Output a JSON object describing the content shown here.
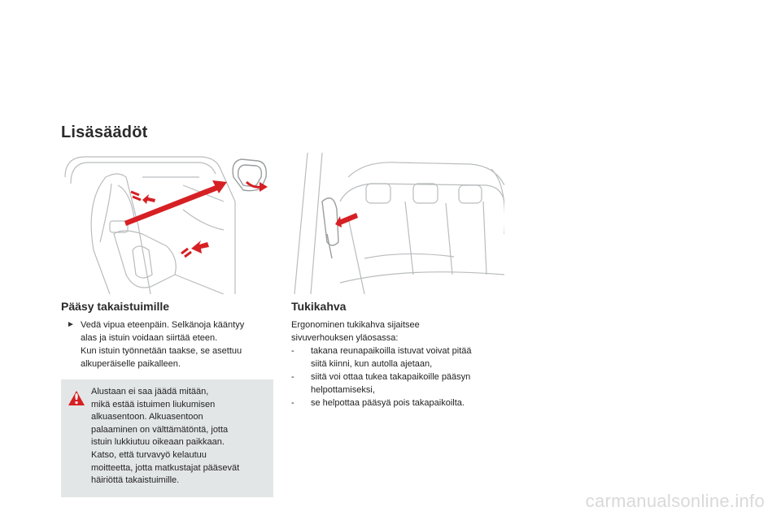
{
  "page": {
    "title": "Lisäsäädöt"
  },
  "left": {
    "title": "Pääsy takaistuimille",
    "bullet_marker": "",
    "bullet_lines": [
      "Vedä vipua eteenpäin. Selkänoja kääntyy",
      "alas ja istuin voidaan siirtää eteen.",
      "Kun istuin työnnetään taakse, se asettuu",
      "alkuperäiselle paikalleen."
    ],
    "warning": {
      "icon": "warning-exclamation-icon",
      "lines": [
        "Alustaan ei saa jäädä mitään,",
        "mikä estää istuimen liukumisen",
        "alkuasentoon. Alkuasentoon",
        "palaaminen on välttämätöntä, jotta",
        "istuin lukkiutuu oikeaan paikkaan.",
        "Katso, että turvavyö kelautuu",
        "moitteetta, jotta matkustajat pääsevät",
        "häiriöttä takaistuimille."
      ]
    }
  },
  "right": {
    "title": "Tukikahva",
    "intro_lines": [
      "Ergonominen tukikahva sijaitsee",
      "sivuverhouksen yläosassa:"
    ],
    "items": [
      {
        "dash": "-",
        "lines": [
          "takana reunapaikoilla istuvat voivat pitää",
          "siitä kiinni, kun autolla ajetaan,"
        ]
      },
      {
        "dash": "-",
        "lines": [
          "siitä voi ottaa tukea takapaikoille pääsyn",
          "helpottamiseksi,"
        ]
      },
      {
        "dash": "-",
        "lines": [
          "se helpottaa pääsyä pois takapaikoilta."
        ]
      }
    ]
  },
  "colors": {
    "accent_red": "#d62024",
    "warning_bg": "#e3e6e7",
    "line_gray": "#b9bcbe"
  },
  "watermark": "carmanualsonline.info"
}
